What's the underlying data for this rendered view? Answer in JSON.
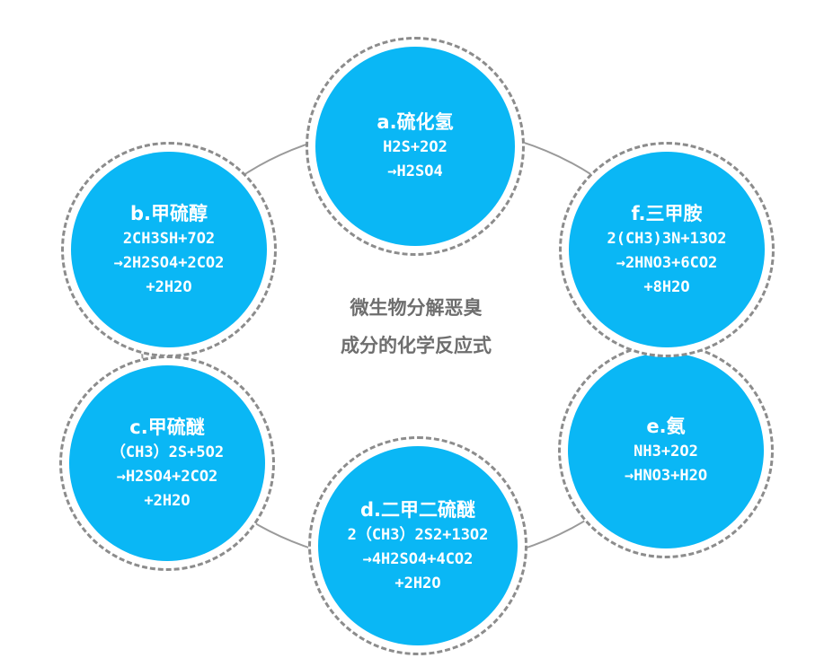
{
  "center": {
    "line1": "微生物分解恶臭",
    "line2": "成分的化学反应式"
  },
  "nodes": {
    "a": {
      "title": "a.硫化氢",
      "lines": [
        "H2S+2O2",
        "→H2SO4"
      ]
    },
    "b": {
      "title": "b.甲硫醇",
      "lines": [
        "2CH3SH+7O2",
        "→2H2SO4+2CO2",
        "+2H2O"
      ]
    },
    "c": {
      "title": "c.甲硫醚",
      "lines": [
        "（CH3）2S+5O2",
        "→H2SO4+2CO2",
        "+2H2O"
      ]
    },
    "d": {
      "title": "d.二甲二硫醚",
      "lines": [
        "2（CH3）2S2+13O2",
        "→4H2SO4+4CO2",
        "+2H2O"
      ]
    },
    "e": {
      "title": "e.氨",
      "lines": [
        "NH3+2O2",
        "→HNO3+H2O"
      ]
    },
    "f": {
      "title": "f.三甲胺",
      "lines": [
        "2(CH3)3N+13O2",
        "→2HNO3+6CO2",
        "+8H2O"
      ]
    }
  },
  "colors": {
    "circle_fill": "#0ab7f5",
    "dashed_border": "#8c8c8c",
    "ring_line": "#9a9a9a",
    "center_text": "#6e6e6e"
  }
}
